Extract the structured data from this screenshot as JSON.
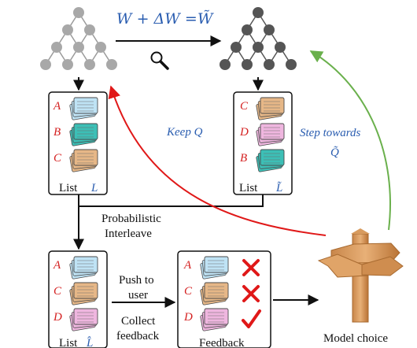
{
  "equation": {
    "lhs": "W + ΔW = ",
    "rhs": "W̃"
  },
  "annotations": {
    "keep_q": "Keep Q",
    "step_towards_line1": "Step towards",
    "step_towards_line2": "Q̃"
  },
  "list_L": {
    "items": [
      {
        "letter": "A",
        "color": "#bfe3f5"
      },
      {
        "letter": "B",
        "color": "#3cbfb6"
      },
      {
        "letter": "C",
        "color": "#e6b787"
      }
    ],
    "label": "List",
    "symbol": "L"
  },
  "list_Ltilde": {
    "items": [
      {
        "letter": "C",
        "color": "#e6b787"
      },
      {
        "letter": "D",
        "color": "#efb6df"
      },
      {
        "letter": "B",
        "color": "#3cbfb6"
      }
    ],
    "label": "List",
    "symbol": "L̃"
  },
  "interleave": {
    "line1": "Probabilistic",
    "line2": "Interleave"
  },
  "list_Lhat": {
    "items": [
      {
        "letter": "A",
        "color": "#bfe3f5"
      },
      {
        "letter": "C",
        "color": "#e6b787"
      },
      {
        "letter": "D",
        "color": "#efb6df"
      }
    ],
    "label": "List",
    "symbol": "L̂"
  },
  "push": {
    "line1": "Push to",
    "line2": "user"
  },
  "collect": {
    "line1": "Collect",
    "line2": "feedback"
  },
  "feedback": {
    "items": [
      {
        "letter": "A",
        "color": "#bfe3f5",
        "mark": "cross"
      },
      {
        "letter": "C",
        "color": "#e6b787",
        "mark": "cross"
      },
      {
        "letter": "D",
        "color": "#efb6df",
        "mark": "check"
      }
    ],
    "label": "Feedback"
  },
  "model_choice": "Model choice",
  "icons": {
    "search": "magnifier-icon",
    "signpost": "signpost-icon",
    "cross": "cross-icon",
    "check": "checkmark-icon"
  },
  "colors": {
    "tree_gray": "#a8a8a8",
    "tree_dark": "#555555",
    "red_arrow": "#e01818",
    "green_arrow": "#6ab04c",
    "blue_text": "#2a5db0"
  }
}
